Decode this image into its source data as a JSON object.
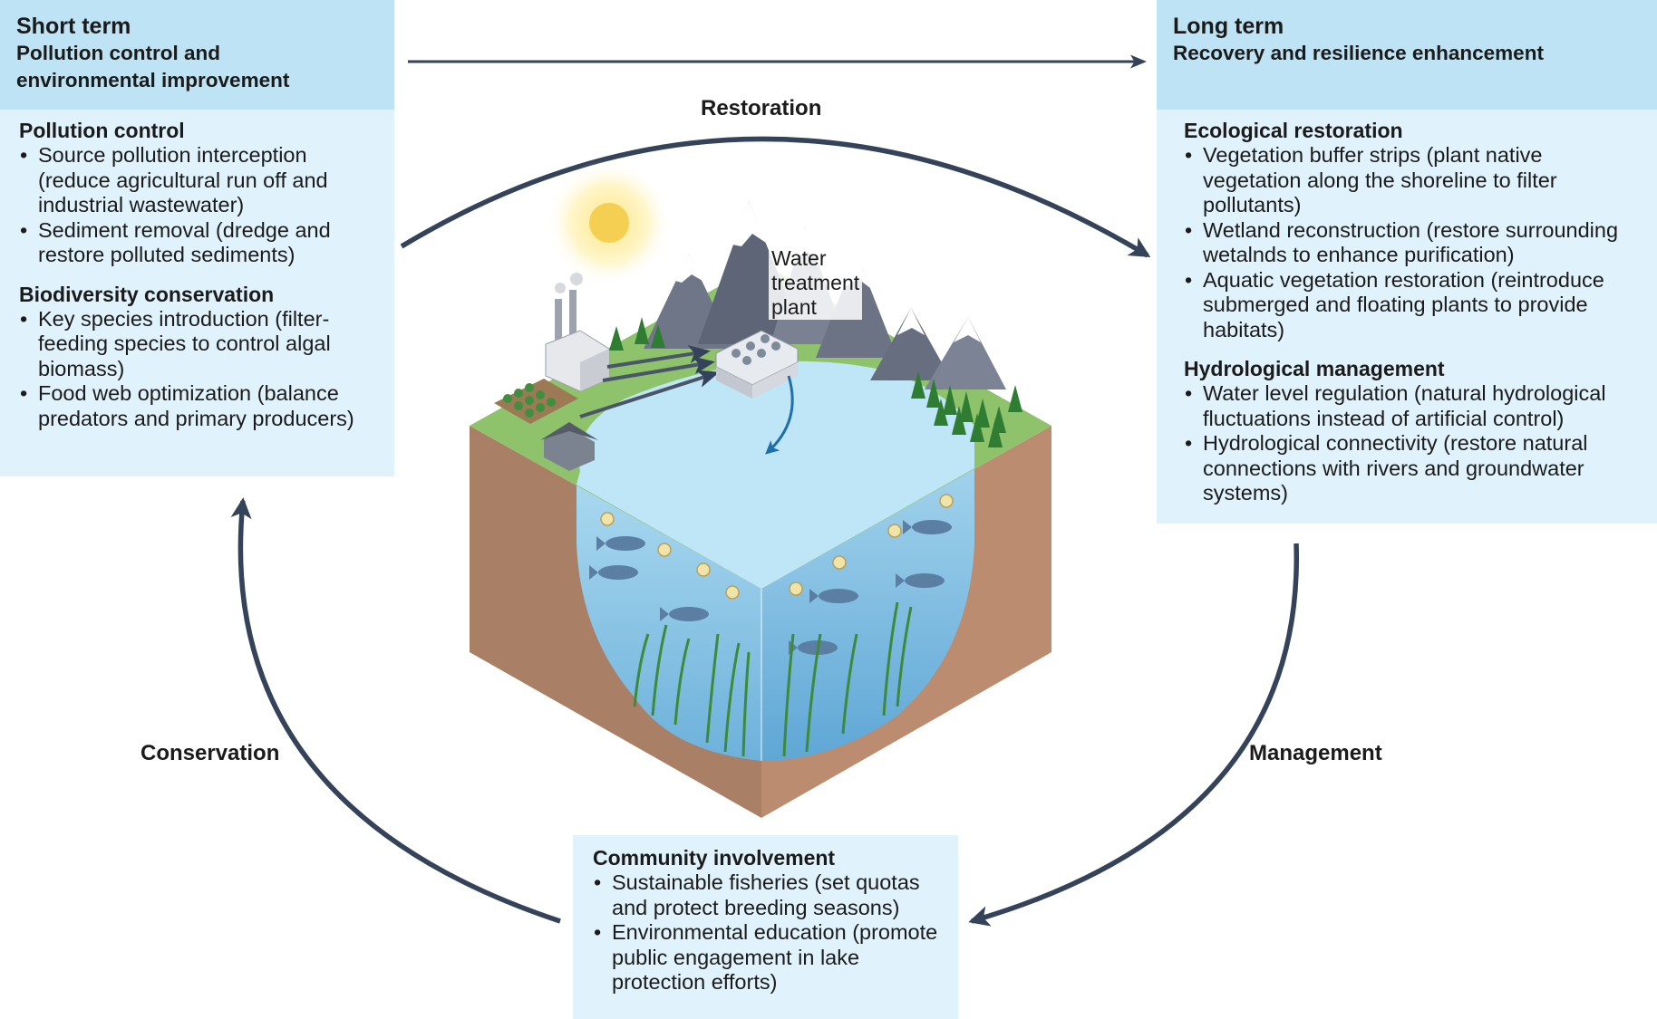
{
  "short_term": {
    "title": "Short term",
    "subtitle_line1": "Pollution control and",
    "subtitle_line2": "environmental improvement",
    "sections": [
      {
        "title": "Pollution control",
        "items": [
          "Source pollution interception (reduce agricultural run off and industrial wastewater)",
          "Sediment removal (dredge and restore polluted sediments)"
        ]
      },
      {
        "title": "Biodiversity conservation",
        "items": [
          "Key species introduction (filter-feeding species to control algal biomass)",
          "Food web optimization (balance predators and primary producers)"
        ]
      }
    ]
  },
  "long_term": {
    "title": "Long term",
    "subtitle": "Recovery and resilience enhancement",
    "sections": [
      {
        "title": "Ecological restoration",
        "items": [
          "Vegetation buffer strips (plant native vegetation along the shoreline to filter pollutants)",
          "Wetland reconstruction (restore surrounding wetalnds to enhance purification)",
          "Aquatic vegetation restoration (reintroduce submerged and floating plants to provide habitats)"
        ]
      },
      {
        "title": "Hydrological management",
        "items": [
          "Water level regulation (natural hydrological fluctuations instead of artificial control)",
          "Hydrological connectivity (restore natural connections with rivers and groundwater systems)"
        ]
      }
    ]
  },
  "community": {
    "title": "Community involvement",
    "items": [
      "Sustainable fisheries (set quotas and protect breeding seasons)",
      "Environmental education (promote public engagement in lake protection efforts)"
    ]
  },
  "cycle": {
    "restoration": "Restoration",
    "management": "Management",
    "conservation": "Conservation"
  },
  "illustration": {
    "plant_line1": "Water",
    "plant_line2": "treatment",
    "plant_line3": "plant"
  },
  "colors": {
    "header_fill": "#bde3f4",
    "box_fill": "#e0f2fb",
    "arrow": "#34425a",
    "soil": "#b0846a",
    "water": "#8ec9e8",
    "grass": "#8fc36b"
  }
}
